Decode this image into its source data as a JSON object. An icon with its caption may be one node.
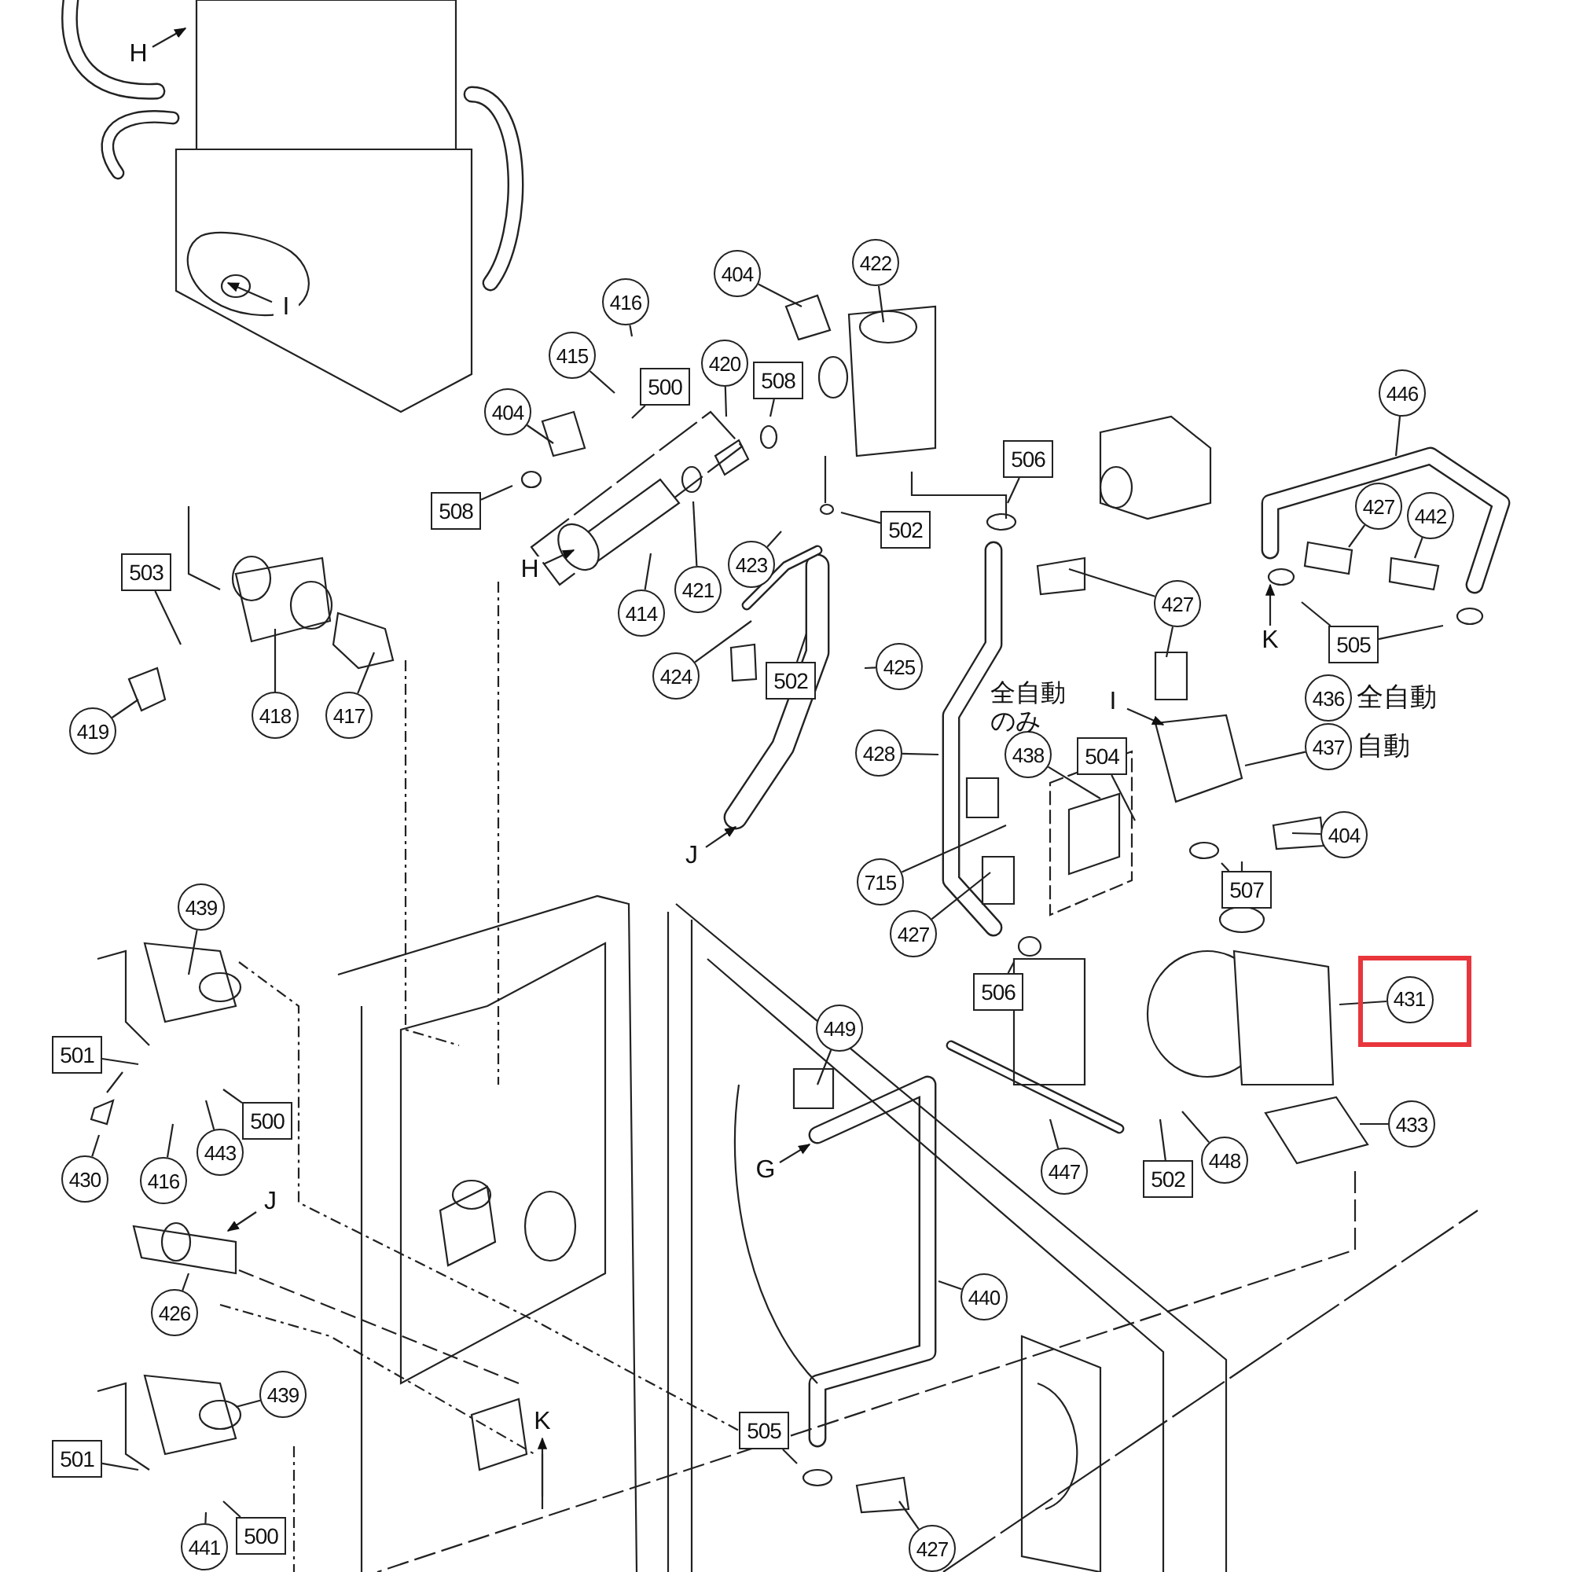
{
  "diagram": {
    "nodes": [
      {
        "text": [
          "H"
        ]
      },
      {
        "text": [
          "I"
        ]
      },
      {
        "text": [
          "404"
        ]
      },
      {
        "text": [
          "422"
        ]
      },
      {
        "text": [
          "416"
        ]
      },
      {
        "text": [
          "415"
        ]
      },
      {
        "text": [
          "500"
        ]
      },
      {
        "text": [
          "420"
        ]
      },
      {
        "text": [
          "508"
        ]
      },
      {
        "text": [
          "404"
        ]
      },
      {
        "text": [
          "446"
        ]
      },
      {
        "text": [
          "506"
        ]
      },
      {
        "text": [
          "508"
        ]
      },
      {
        "text": [
          "502"
        ]
      },
      {
        "text": [
          "427"
        ]
      },
      {
        "text": [
          "442"
        ]
      },
      {
        "text": [
          "423"
        ]
      },
      {
        "text": [
          "H"
        ]
      },
      {
        "text": [
          "503"
        ]
      },
      {
        "text": [
          "414"
        ]
      },
      {
        "text": [
          "421"
        ]
      },
      {
        "text": [
          "427"
        ]
      },
      {
        "text": [
          "K"
        ]
      },
      {
        "text": [
          "505"
        ]
      },
      {
        "text": [
          "424"
        ]
      },
      {
        "text": [
          "502"
        ]
      },
      {
        "text": [
          "425"
        ]
      },
      {
        "text": [
          "436"
        ],
        "beside": [
          "全自動"
        ]
      },
      {
        "text": [
          "I"
        ]
      },
      {
        "text": [
          "418"
        ]
      },
      {
        "text": [
          "417"
        ]
      },
      {
        "text": [
          "419"
        ]
      },
      {
        "text": [
          "437"
        ],
        "beside": [
          "自動"
        ]
      },
      {
        "text": [
          "428"
        ]
      },
      {
        "text": [
          "438"
        ]
      },
      {
        "text": [
          "504"
        ]
      },
      {
        "text": [
          "404"
        ]
      },
      {
        "text": [
          "J"
        ]
      },
      {
        "text": [
          "715"
        ]
      },
      {
        "text": [
          "507"
        ]
      },
      {
        "text": [
          "439"
        ]
      },
      {
        "text": [
          "427"
        ]
      },
      {
        "text": [],
        "shape": "box"
      },
      {
        "text": [
          "431"
        ],
        "in": 42
      },
      {
        "text": [
          "506"
        ]
      },
      {
        "text": [
          "449"
        ]
      },
      {
        "text": [
          "501"
        ]
      },
      {
        "text": [
          "500"
        ]
      },
      {
        "text": [
          "433"
        ]
      },
      {
        "text": [
          "443"
        ]
      },
      {
        "text": [
          "448"
        ]
      },
      {
        "text": [
          "447"
        ]
      },
      {
        "text": [
          "G"
        ]
      },
      {
        "text": [
          "502"
        ]
      },
      {
        "text": [
          "430"
        ]
      },
      {
        "text": [
          "416"
        ]
      },
      {
        "text": [
          "J"
        ]
      },
      {
        "text": [
          "440"
        ]
      },
      {
        "text": [
          "426"
        ]
      },
      {
        "text": [
          "439"
        ]
      },
      {
        "text": [
          "K"
        ]
      },
      {
        "text": [
          "505"
        ]
      },
      {
        "text": [
          "501"
        ]
      },
      {
        "text": [
          "500"
        ]
      },
      {
        "text": [
          "427"
        ]
      },
      {
        "text": [
          "441"
        ]
      }
    ],
    "edges": [
      {
        "from": 0,
        "to": null,
        "arrow": "to"
      },
      {
        "from": 1,
        "to": null,
        "arrow": "to"
      },
      {
        "from": 2,
        "to": null,
        "arrow": "none"
      },
      {
        "from": 3,
        "to": null,
        "arrow": "none"
      },
      {
        "from": 4,
        "to": null,
        "arrow": "none"
      },
      {
        "from": 5,
        "to": null,
        "arrow": "none"
      },
      {
        "from": 6,
        "to": null,
        "arrow": "none"
      },
      {
        "from": 7,
        "to": null,
        "arrow": "none"
      },
      {
        "from": 8,
        "to": null,
        "arrow": "none"
      },
      {
        "from": 9,
        "to": null,
        "arrow": "none"
      },
      {
        "from": 10,
        "to": null,
        "arrow": "none"
      },
      {
        "from": 11,
        "to": null,
        "arrow": "none"
      },
      {
        "from": 12,
        "to": null,
        "arrow": "none"
      },
      {
        "from": 13,
        "to": null,
        "arrow": "none"
      },
      {
        "from": 14,
        "to": null,
        "arrow": "none"
      },
      {
        "from": 15,
        "to": null,
        "arrow": "none"
      },
      {
        "from": 16,
        "to": null,
        "arrow": "none"
      },
      {
        "from": 17,
        "to": null,
        "arrow": "to"
      },
      {
        "from": 18,
        "to": null,
        "arrow": "none"
      },
      {
        "from": 19,
        "to": null,
        "arrow": "none"
      },
      {
        "from": 20,
        "to": null,
        "arrow": "none"
      },
      {
        "from": 21,
        "to": null,
        "arrow": "none"
      },
      {
        "from": 21,
        "to": null,
        "arrow": "none"
      },
      {
        "from": 22,
        "to": null,
        "arrow": "to"
      },
      {
        "from": 23,
        "to": null,
        "arrow": "none"
      },
      {
        "from": 23,
        "to": null,
        "arrow": "none"
      },
      {
        "from": 24,
        "to": null,
        "arrow": "none"
      },
      {
        "from": 25,
        "to": null,
        "arrow": "none"
      },
      {
        "from": 26,
        "to": null,
        "arrow": "none"
      },
      {
        "from": 28,
        "to": null,
        "arrow": "to"
      },
      {
        "from": 29,
        "to": null,
        "arrow": "none"
      },
      {
        "from": 30,
        "to": null,
        "arrow": "none"
      },
      {
        "from": 31,
        "to": null,
        "arrow": "none"
      },
      {
        "from": 32,
        "to": null,
        "arrow": "none"
      },
      {
        "from": 33,
        "to": null,
        "arrow": "none"
      },
      {
        "from": 34,
        "to": null,
        "arrow": "none"
      },
      {
        "from": 35,
        "to": null,
        "arrow": "none"
      },
      {
        "from": 36,
        "to": null,
        "arrow": "none"
      },
      {
        "from": 37,
        "to": null,
        "arrow": "to"
      },
      {
        "from": 38,
        "to": null,
        "arrow": "none"
      },
      {
        "from": 39,
        "to": null,
        "arrow": "none"
      },
      {
        "from": 40,
        "to": null,
        "arrow": "none"
      },
      {
        "from": 41,
        "to": null,
        "arrow": "none"
      },
      {
        "from": 43,
        "to": null,
        "arrow": "none"
      },
      {
        "from": 44,
        "to": null,
        "arrow": "none"
      },
      {
        "from": 45,
        "to": null,
        "arrow": "none"
      },
      {
        "from": 46,
        "to": null,
        "arrow": "none"
      },
      {
        "from": 47,
        "to": null,
        "arrow": "none"
      },
      {
        "from": 48,
        "to": null,
        "arrow": "none"
      },
      {
        "from": 49,
        "to": null,
        "arrow": "none"
      },
      {
        "from": 50,
        "to": null,
        "arrow": "none"
      },
      {
        "from": 51,
        "to": null,
        "arrow": "none"
      },
      {
        "from": 52,
        "to": null,
        "arrow": "to"
      },
      {
        "from": 53,
        "to": null,
        "arrow": "none"
      },
      {
        "from": 54,
        "to": null,
        "arrow": "none"
      },
      {
        "from": 55,
        "to": null,
        "arrow": "none"
      },
      {
        "from": 56,
        "to": null,
        "arrow": "to"
      },
      {
        "from": 57,
        "to": null,
        "arrow": "none"
      },
      {
        "from": 58,
        "to": null,
        "arrow": "none"
      },
      {
        "from": 59,
        "to": null,
        "arrow": "none"
      },
      {
        "from": null,
        "to": 60,
        "arrow": "to"
      },
      {
        "from": 61,
        "to": null,
        "arrow": "none"
      },
      {
        "from": 62,
        "to": null,
        "arrow": "none"
      },
      {
        "from": 63,
        "to": null,
        "arrow": "none"
      },
      {
        "from": 64,
        "to": null,
        "arrow": "none"
      },
      {
        "from": 65,
        "to": null,
        "arrow": "none"
      }
    ],
    "labels": [
      "全自動のみ"
    ]
  }
}
